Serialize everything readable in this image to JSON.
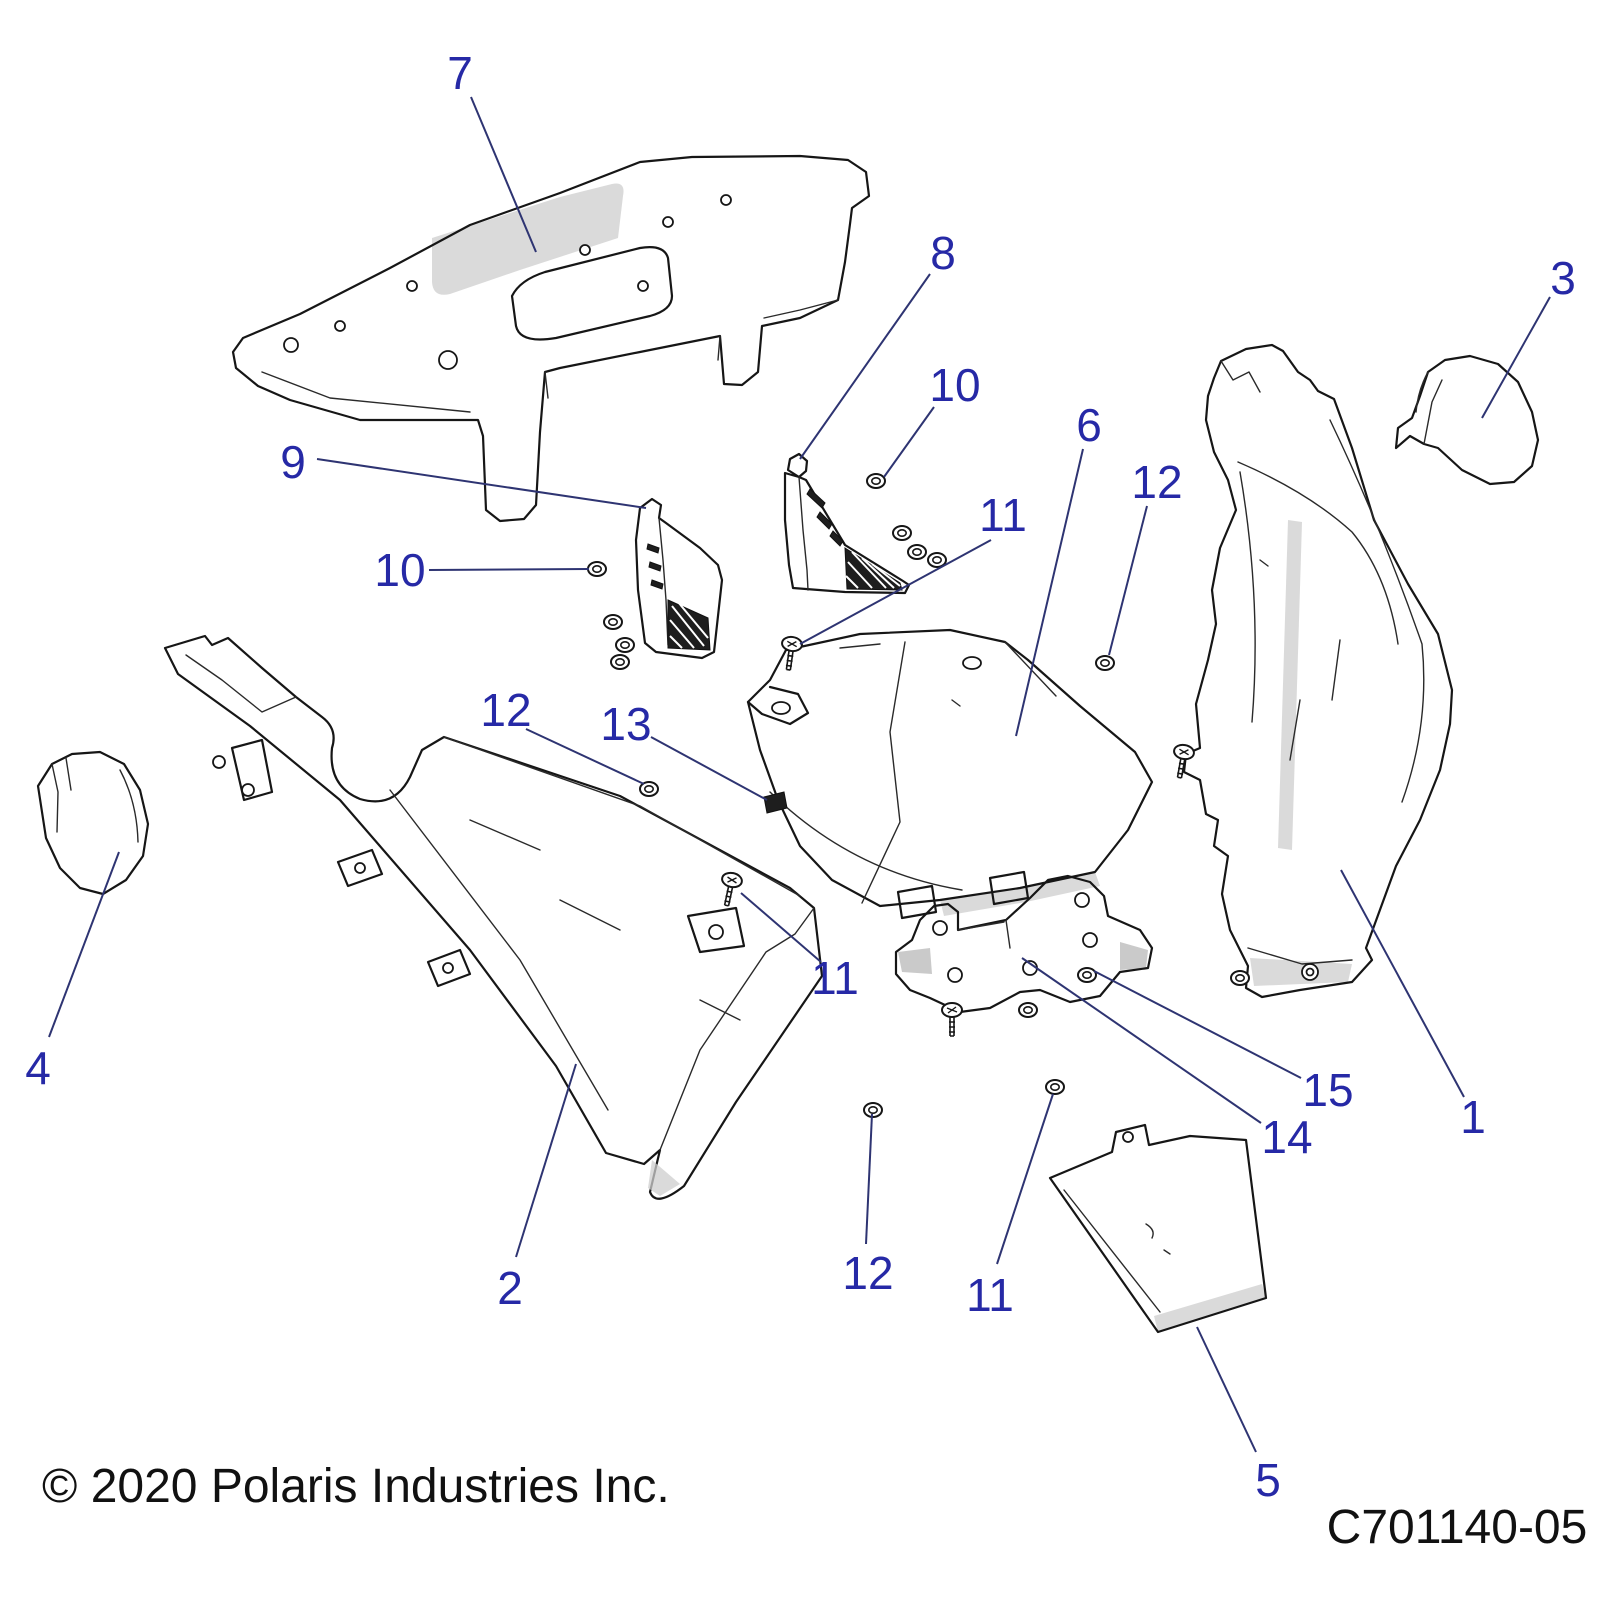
{
  "diagram": {
    "copyright": "© 2020 Polaris Industries Inc.",
    "code": "C701140-05",
    "callouts": [
      {
        "num": "7"
      },
      {
        "num": "8"
      },
      {
        "num": "3"
      },
      {
        "num": "10"
      },
      {
        "num": "6"
      },
      {
        "num": "12"
      },
      {
        "num": "9"
      },
      {
        "num": "11"
      },
      {
        "num": "10"
      },
      {
        "num": "12"
      },
      {
        "num": "13"
      },
      {
        "num": "4"
      },
      {
        "num": "11"
      },
      {
        "num": "15"
      },
      {
        "num": "14"
      },
      {
        "num": "1"
      },
      {
        "num": "2"
      },
      {
        "num": "12"
      },
      {
        "num": "11"
      },
      {
        "num": "5"
      }
    ]
  }
}
